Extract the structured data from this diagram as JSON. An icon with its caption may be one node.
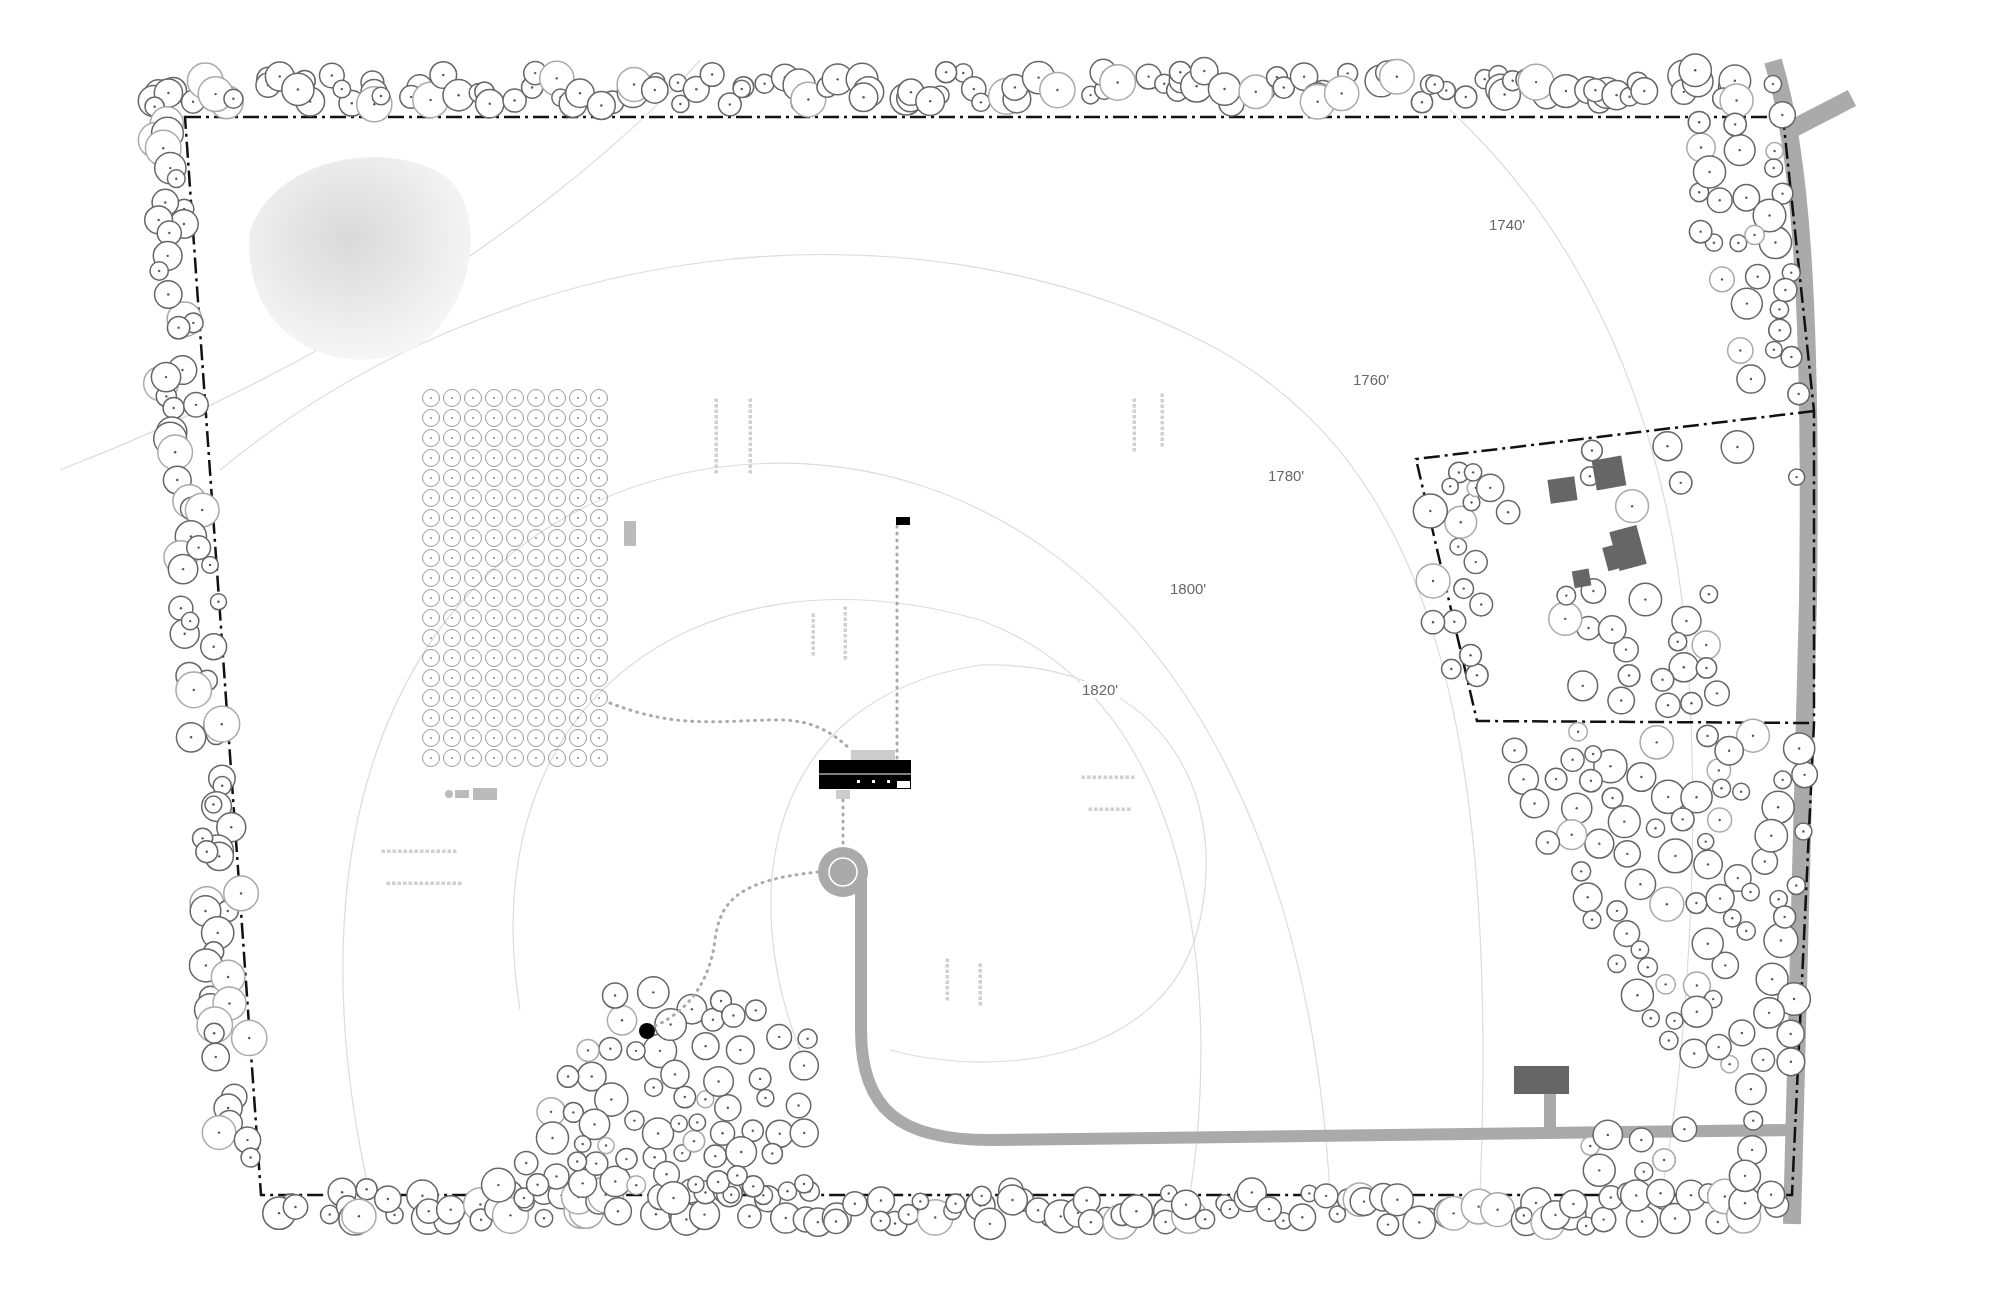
{
  "diagram": {
    "nodes": [
      {
        "text": [],
        "shape": "picture"
      },
      {
        "text": [],
        "shape": "box"
      },
      {
        "text": [],
        "shape": "picture"
      },
      {
        "text": [],
        "shape": "circle"
      },
      {
        "text": [],
        "shape": "circle"
      }
    ],
    "edges": [
      {
        "from": 0,
        "to": 2,
        "arrow": "none"
      },
      {
        "from": 1,
        "to": 2,
        "arrow": "none"
      },
      {
        "from": 2,
        "to": 3,
        "arrow": "none"
      },
      {
        "from": 3,
        "to": 4,
        "arrow": "none"
      }
    ],
    "labels": [
      "1740'",
      "1760'",
      "1780'",
      "1800'",
      "1820'"
    ]
  }
}
